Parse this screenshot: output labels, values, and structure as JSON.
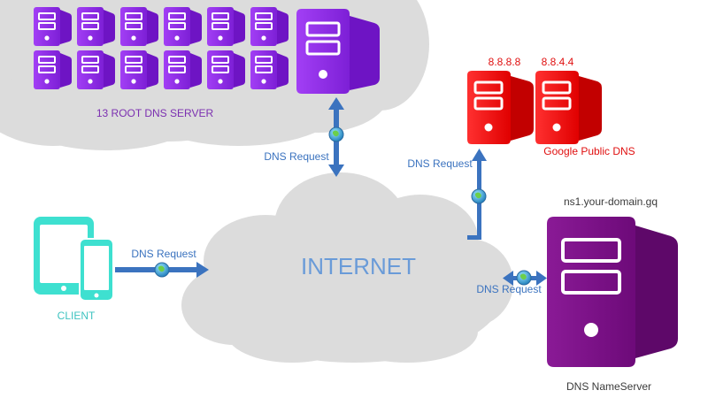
{
  "labels": {
    "root_servers": "13 ROOT DNS SERVER",
    "internet": "INTERNET",
    "client": "CLIENT",
    "google_dns": "Google Public DNS",
    "google_ip_1": "8.8.8.8",
    "google_ip_2": "8.8.4.4",
    "nameserver_host": "ns1.your-domain.gq",
    "nameserver": "DNS NameServer",
    "request_root": "DNS Request",
    "request_google": "DNS Request",
    "request_client": "DNS Request",
    "request_nameserver": "DNS Request"
  },
  "colors": {
    "root_servers": "#8e24e0",
    "google_servers": "#ff1111",
    "nameserver": "#7b0f86",
    "client_device": "#3ee0d0",
    "arrow": "#3b73bf",
    "request_text": "#3b73bf",
    "internet_text": "#6a9bd8",
    "google_text": "#e01010",
    "root_text": "#7b2fb0",
    "cloud": "#dcdcdc"
  },
  "icons": {
    "root_servers": "server-icon",
    "google_servers": "server-icon",
    "nameserver": "server-icon",
    "client": "tablet-phone-icon",
    "packet": "globe-packet-icon"
  }
}
